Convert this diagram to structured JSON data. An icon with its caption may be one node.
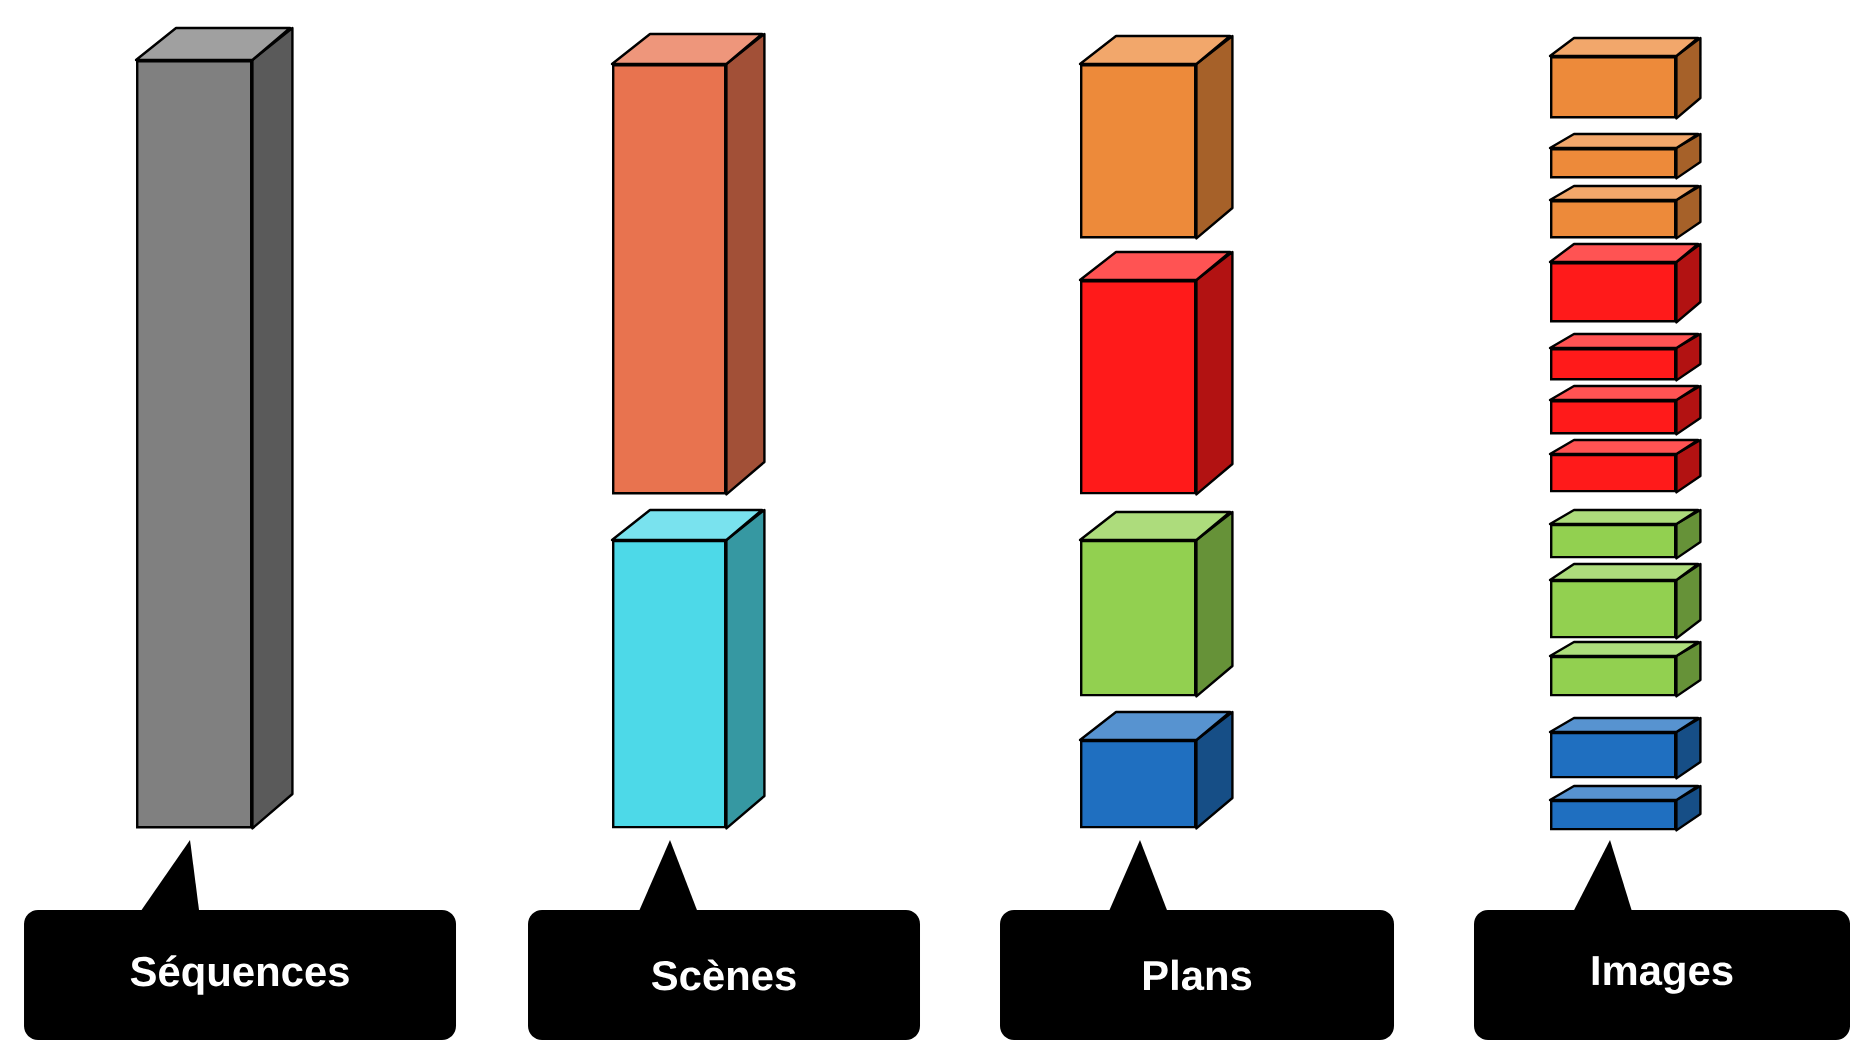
{
  "diagram": {
    "nodes": [
      {
        "text": [],
        "shape": "box"
      },
      {
        "text": [
          "Séquences"
        ]
      },
      {
        "text": [],
        "shape": "box"
      },
      {
        "text": [],
        "shape": "box"
      },
      {
        "text": [
          "Scènes"
        ]
      },
      {
        "text": [],
        "shape": "box"
      },
      {
        "text": [],
        "shape": "box"
      },
      {
        "text": [],
        "shape": "box"
      },
      {
        "text": [],
        "shape": "box"
      },
      {
        "text": [
          "Plans"
        ]
      },
      {
        "text": [],
        "shape": "box"
      },
      {
        "text": [],
        "shape": "box"
      },
      {
        "text": [],
        "shape": "box"
      },
      {
        "text": [],
        "shape": "box"
      },
      {
        "text": [],
        "shape": "box"
      },
      {
        "text": [],
        "shape": "box"
      },
      {
        "text": [],
        "shape": "box"
      },
      {
        "text": [],
        "shape": "box"
      },
      {
        "text": [],
        "shape": "box"
      },
      {
        "text": [],
        "shape": "box"
      },
      {
        "text": [],
        "shape": "box"
      },
      {
        "text": [],
        "shape": "box"
      },
      {
        "text": [
          "Images"
        ]
      }
    ]
  }
}
